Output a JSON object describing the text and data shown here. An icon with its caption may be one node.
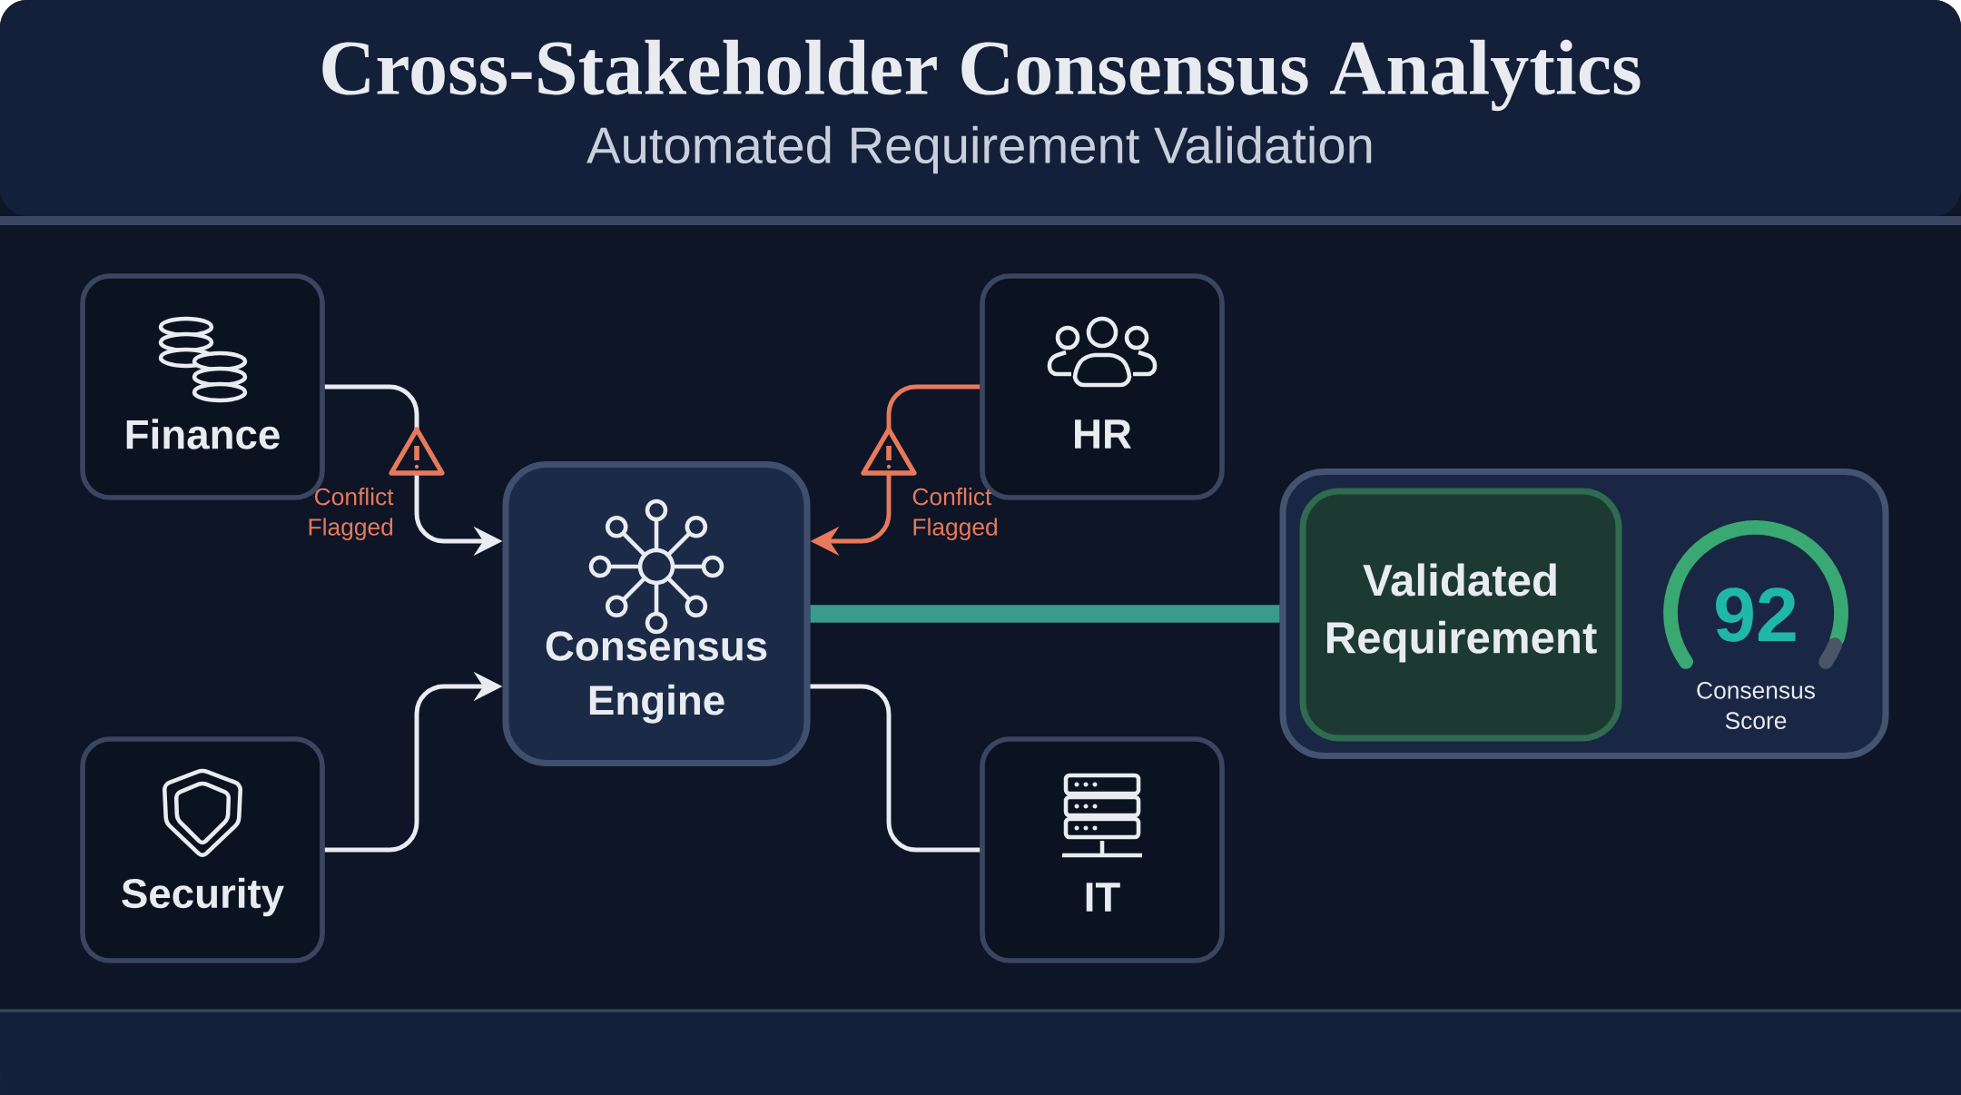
{
  "diagram": {
    "title": "Cross-Stakeholder Consensus Analytics",
    "nodes": [
      {
        "text": [
          "Finance"
        ]
      },
      {
        "text": [
          "HR"
        ]
      },
      {
        "text": [
          "Consensus Engine"
        ]
      },
      {
        "text": [],
        "shape": "box"
      },
      {
        "text": [
          "Validated Requirement"
        ],
        "in": 3
      },
      {
        "text": [
          "92",
          "Consensus Score"
        ],
        "in": 3
      },
      {
        "text": [
          "Security"
        ]
      },
      {
        "text": [
          "IT"
        ]
      }
    ],
    "edges": [
      {
        "from": 0,
        "to": 2,
        "arrow": "to",
        "label": "Conflict Flagged"
      },
      {
        "from": 1,
        "to": 2,
        "arrow": "to",
        "label": "Conflict Flagged",
        "color": "#e8795a"
      },
      {
        "from": 6,
        "to": 2,
        "arrow": "to"
      },
      {
        "from": 2,
        "to": 7,
        "arrow": "none"
      },
      {
        "from": 2,
        "to": 3,
        "arrow": "none",
        "style": "thick",
        "color": "#3a9a8c"
      }
    ],
    "labels": [
      "Automated Requirement Validation"
    ]
  }
}
